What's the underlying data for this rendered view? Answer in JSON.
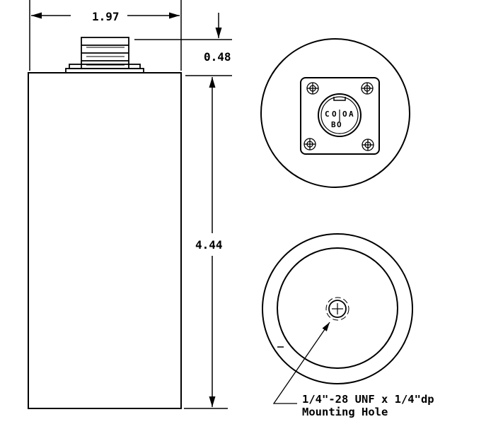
{
  "dimensions": {
    "width": "1.97",
    "connector_height": "0.48",
    "body_height": "4.44"
  },
  "connector_pins": {
    "pin_c": "C",
    "pin_a": "A",
    "pin_b": "B"
  },
  "mounting_hole": {
    "line1": "1/4\"-28 UNF x 1/4\"dp",
    "line2": "Mounting Hole"
  }
}
